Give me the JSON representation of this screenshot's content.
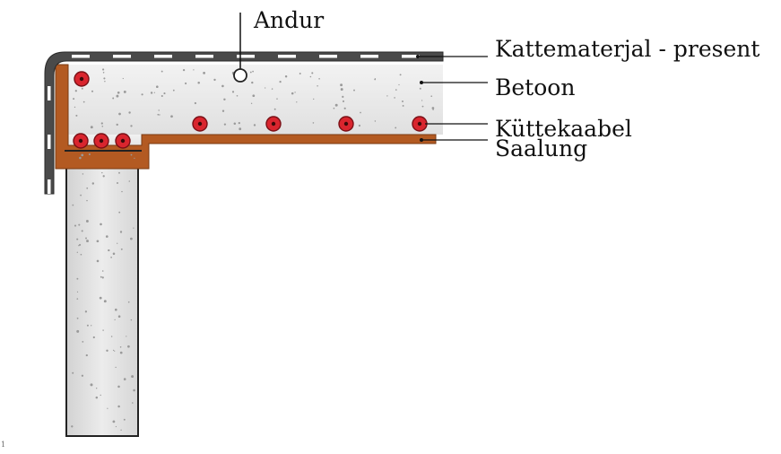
{
  "labels": {
    "sensor": "Andur",
    "roofing": "Kattematerjal - present",
    "concrete": "Betoon",
    "heating_cable": "Küttekaabel",
    "soffit": "Saalung"
  },
  "corner_mark": "1",
  "colors": {
    "concrete": "#e6e6e6",
    "speckle": "#9a9a9a",
    "roofing": "#4a4a4a",
    "wood": "#b35a22",
    "cable": "#d9252e",
    "outline": "#222222",
    "leader": "#111111"
  },
  "icons": {
    "cable": "heating-cable-section-icon",
    "sensor": "sensor-icon"
  }
}
